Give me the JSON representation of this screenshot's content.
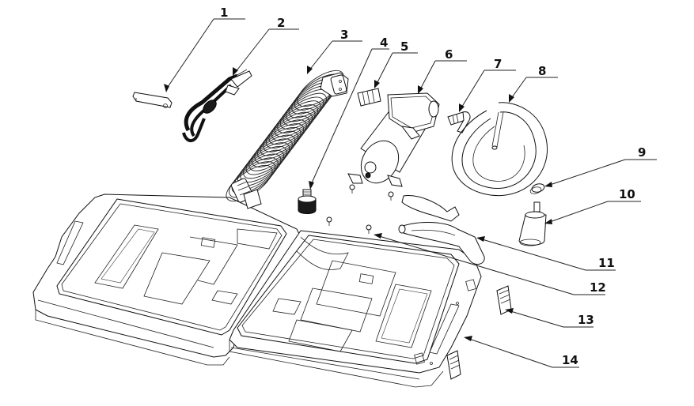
{
  "diagram": {
    "title": "",
    "type": "exploded-parts-diagram",
    "callouts": [
      {
        "number": "1",
        "part": "clip"
      },
      {
        "number": "2",
        "part": "battery-clamp-cable"
      },
      {
        "number": "3",
        "part": "coiled-hose"
      },
      {
        "number": "4",
        "part": "nozzle-knob"
      },
      {
        "number": "5",
        "part": "hose-connector"
      },
      {
        "number": "6",
        "part": "pump-motor"
      },
      {
        "number": "7",
        "part": "elbow-connector"
      },
      {
        "number": "8",
        "part": "inlet-hose"
      },
      {
        "number": "9",
        "part": "ring"
      },
      {
        "number": "10",
        "part": "filter"
      },
      {
        "number": "11",
        "part": "spray-gun"
      },
      {
        "number": "12",
        "part": "screw"
      },
      {
        "number": "13",
        "part": "latch"
      },
      {
        "number": "14",
        "part": "carry-case"
      }
    ]
  }
}
